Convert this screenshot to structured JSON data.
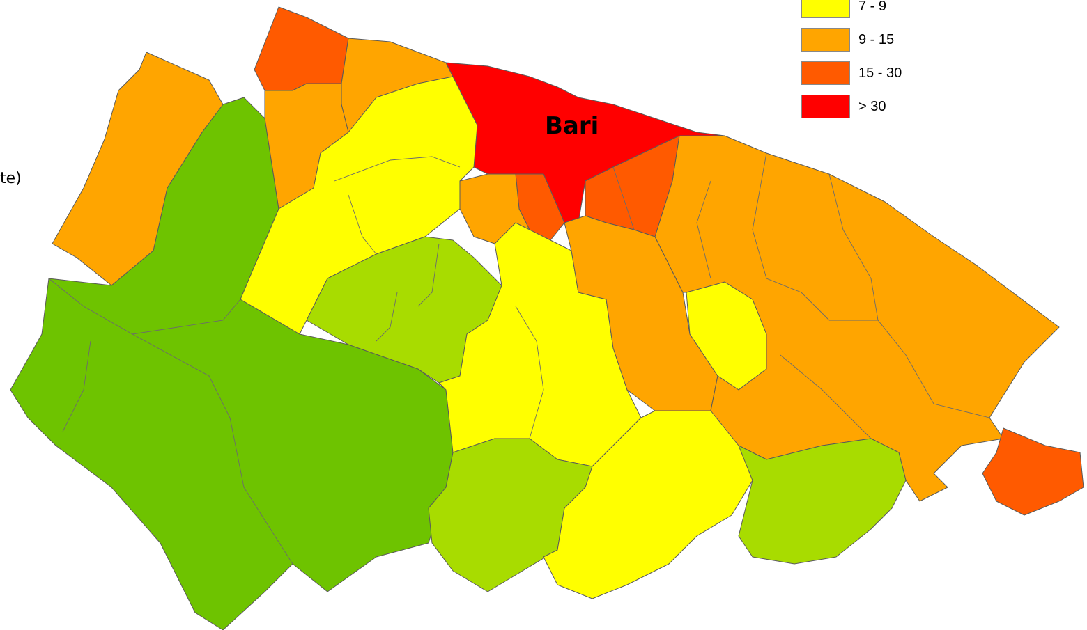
{
  "side_text_fragment": "te)",
  "city_label": "Bari",
  "legend": {
    "items": [
      {
        "label": "7 - 9",
        "color": "#ffff00"
      },
      {
        "label": "9 - 15",
        "color": "#ffa500"
      },
      {
        "label": "15 - 30",
        "color": "#ff5a00"
      },
      {
        "label": "> 30",
        "color": "#ff0000"
      }
    ]
  },
  "map_colors": {
    "green": "#6ec300",
    "light_green": "#a8dc00",
    "yellow": "#ffff00",
    "orange": "#ffa500",
    "dark_orange": "#ff5a00",
    "red": "#ff0000"
  }
}
